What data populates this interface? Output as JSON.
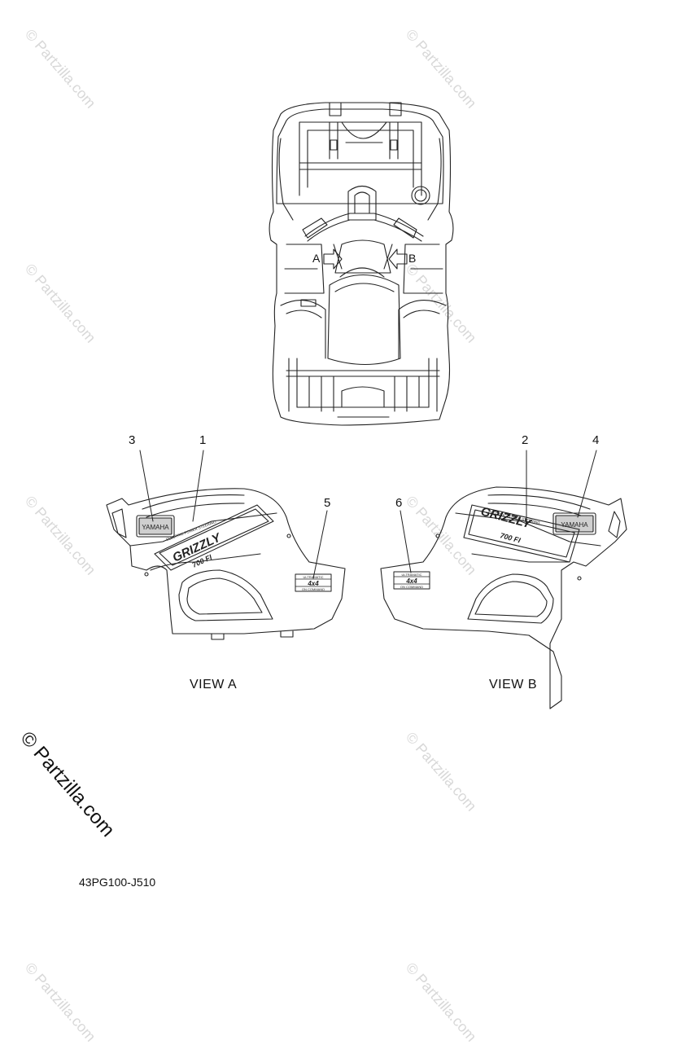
{
  "watermark": "© Partzilla.com",
  "part_code": "43PG100-J510",
  "views": [
    "VIEW A",
    "VIEW B"
  ],
  "arrows": [
    "A",
    "B"
  ],
  "callouts": [
    "1",
    "2",
    "3",
    "4",
    "5",
    "6"
  ],
  "decals": {
    "yamaha": "YAMAHA",
    "grizzly": "GRIZZLY",
    "model": "700 FI",
    "power_steering": "ELECTRIC POWER STEERING",
    "ultramatic": "ULTRAMATIC",
    "on_command": "ON COMMAND",
    "fourbyfour": "4x4"
  },
  "colors": {
    "line": "#222222",
    "watermark": "#d8d8d8"
  }
}
